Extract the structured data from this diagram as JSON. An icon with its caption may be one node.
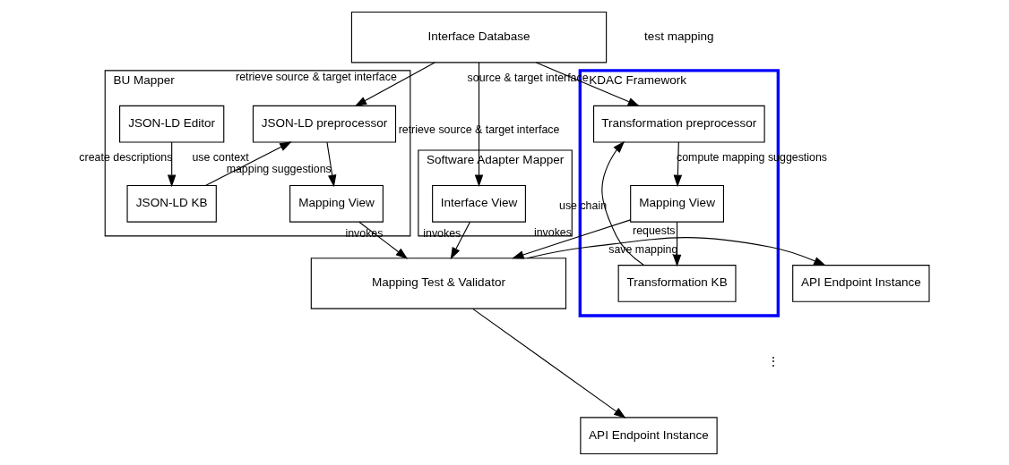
{
  "diagram": {
    "nodes": [
      {
        "text": [
          "Interface Database"
        ]
      },
      {
        "text": [
          "BU Mapper"
        ]
      },
      {
        "text": [
          "JSON-LD KB"
        ],
        "in": 1
      },
      {
        "text": [
          "JSON-LD preprocessor"
        ],
        "in": 1
      },
      {
        "text": [
          "JSON-LD Editor"
        ],
        "in": 1
      },
      {
        "text": [
          "Mapping View"
        ],
        "in": 1
      },
      {
        "text": [
          "KDAC Framework"
        ]
      },
      {
        "text": [
          "Transformation KB"
        ],
        "in": 6
      },
      {
        "text": [
          "Transformation preprocessor"
        ],
        "in": 6
      },
      {
        "text": [
          "Mapping View"
        ],
        "in": 6
      },
      {
        "text": [
          "Software Adapter Mapper"
        ]
      },
      {
        "text": [
          "Interface View"
        ],
        "in": 10
      },
      {
        "text": [
          "API Endpoint Instance"
        ]
      },
      {
        "text": [
          "API Endpoint Instance"
        ]
      },
      {
        "text": [
          "Mapping Test & Validator"
        ]
      }
    ],
    "edges": [
      {
        "from": 0,
        "to": 3,
        "arrow": "to",
        "label": "retrieve source & target interface"
      },
      {
        "from": 0,
        "to": 8,
        "arrow": "to",
        "label": "source & target interface"
      },
      {
        "from": 0,
        "to": 11,
        "arrow": "to",
        "label": "retrieve source & target interface"
      },
      {
        "from": 2,
        "to": 3,
        "arrow": "to",
        "label": "use context"
      },
      {
        "from": 4,
        "to": 2,
        "arrow": "to",
        "label": "create descriptions"
      },
      {
        "from": 3,
        "to": 5,
        "arrow": "to",
        "label": "mapping suggestions"
      },
      {
        "from": 7,
        "to": 8,
        "arrow": "to",
        "label": "use chain"
      },
      {
        "from": 8,
        "to": 9,
        "arrow": "to",
        "label": "compute mapping suggestions"
      },
      {
        "from": 9,
        "to": 7,
        "arrow": "to",
        "label": "save mapping"
      },
      {
        "from": 5,
        "to": 14,
        "arrow": "to",
        "label": "invokes"
      },
      {
        "from": 9,
        "to": 14,
        "arrow": "to",
        "label": "invokes"
      },
      {
        "from": 11,
        "to": 14,
        "arrow": "to",
        "label": "invokes"
      },
      {
        "from": 14,
        "to": 12,
        "arrow": "to",
        "label": "requests"
      },
      {
        "from": 14,
        "to": 13,
        "arrow": "to"
      }
    ],
    "labels": [
      "test mapping",
      "⋮"
    ]
  }
}
